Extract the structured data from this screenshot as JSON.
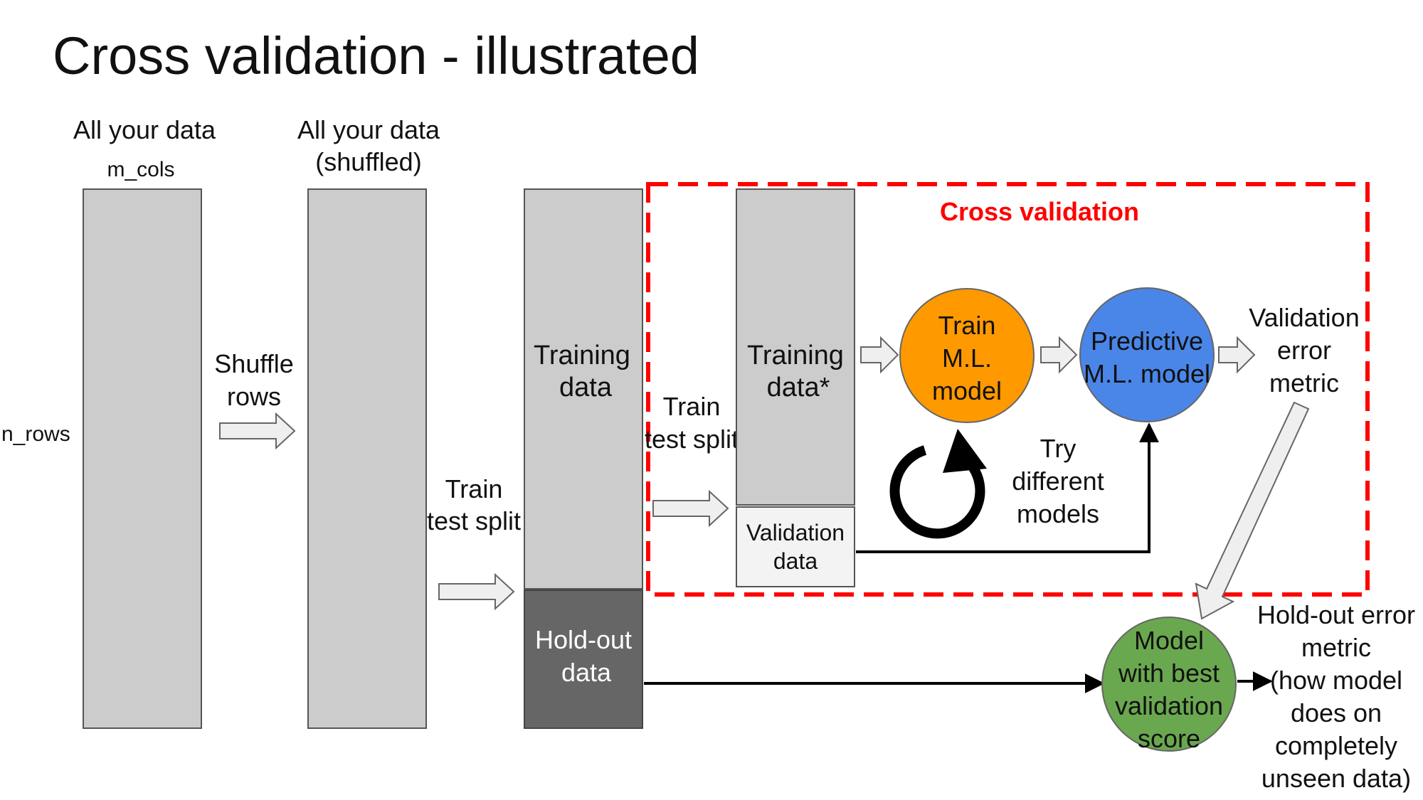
{
  "title": "Cross validation - illustrated",
  "colors": {
    "light_gray": "#cccccc",
    "dark_gray": "#666666",
    "validation_fill": "#f3f3f3",
    "orange": "#ff9900",
    "blue": "#4a86e8",
    "green": "#6aa84f",
    "red": "#ff0000",
    "arrow_fill": "#efefef"
  },
  "columns": {
    "all_data": {
      "header": "All your data",
      "cols_label": "m_cols",
      "rows_label": "n_rows"
    },
    "shuffled": {
      "header_line1": "All your data",
      "header_line2": "(shuffled)"
    },
    "split": {
      "training_line1": "Training",
      "training_line2": "data",
      "holdout_line1": "Hold-out",
      "holdout_line2": "data"
    }
  },
  "arrows": {
    "shuffle": {
      "line1": "Shuffle",
      "line2": "rows"
    },
    "split1": {
      "line1": "Train",
      "line2": "test split"
    },
    "split2": {
      "line1": "Train",
      "line2": "test split"
    }
  },
  "cross_validation": {
    "label": "Cross validation",
    "training_star_line1": "Training",
    "training_star_line2": "data*",
    "validation_line1": "Validation",
    "validation_line2": "data",
    "train_model": [
      "Train",
      "M.L.",
      "model"
    ],
    "predictive_model": [
      "Predictive",
      "M.L. model"
    ],
    "validation_metric": [
      "Validation",
      "error",
      "metric"
    ],
    "try_models": [
      "Try",
      "different",
      "models"
    ],
    "cycle_icon": "refresh-cycle-icon"
  },
  "best_model": [
    "Model",
    "with best",
    "validation",
    "score"
  ],
  "holdout_metric": [
    "Hold-out error",
    "metric",
    "(how model",
    "does on",
    "completely",
    "unseen data)"
  ]
}
